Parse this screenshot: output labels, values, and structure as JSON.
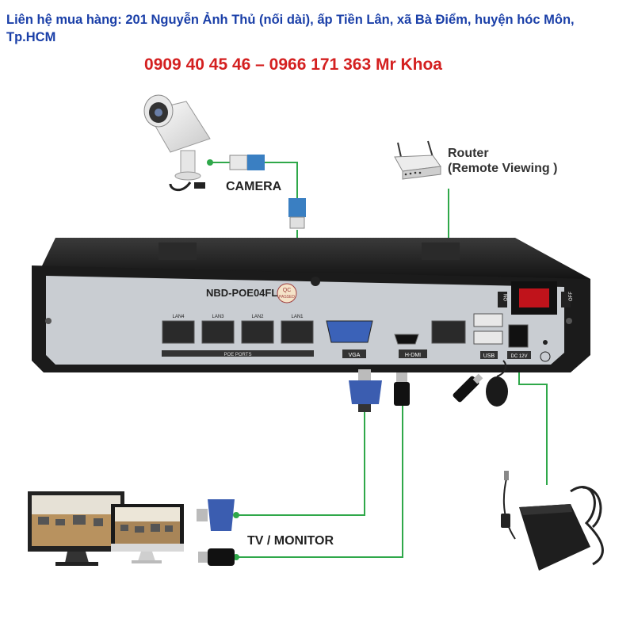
{
  "header": {
    "contact": "Liên hệ mua hàng: 201 Nguyễn Ảnh Thủ (nối dài), ấp Tiền Lân, xã Bà Điểm, huyện hóc Môn, Tp.HCM",
    "phones": "0909 40 45 46 – 0966 171 363 Mr Khoa"
  },
  "diagram": {
    "camera_label": "CAMERA",
    "router_label_line1": "Router",
    "router_label_line2": "(Remote Viewing )",
    "tv_label": "TV / MONITOR",
    "nvr_model": "NBD-POE04FL-",
    "qc_stamp_line1": "QC",
    "qc_stamp_line2": "PASSED",
    "ports": {
      "lan4": "LAN4",
      "lan3": "LAN3",
      "lan2": "LAN2",
      "lan1": "LAN1",
      "poe": "POE PORTS",
      "vga": "VGA",
      "hdmi": "H-DMI",
      "usb": "USB",
      "dc": "DC 12V",
      "on": "ON",
      "off": "OFF"
    }
  },
  "colors": {
    "header_blue": "#1a3fa8",
    "phone_red": "#d42020",
    "wire_green": "#2fa84a",
    "device_black": "#1b1b1b",
    "panel_gray": "#c9cdd2"
  }
}
